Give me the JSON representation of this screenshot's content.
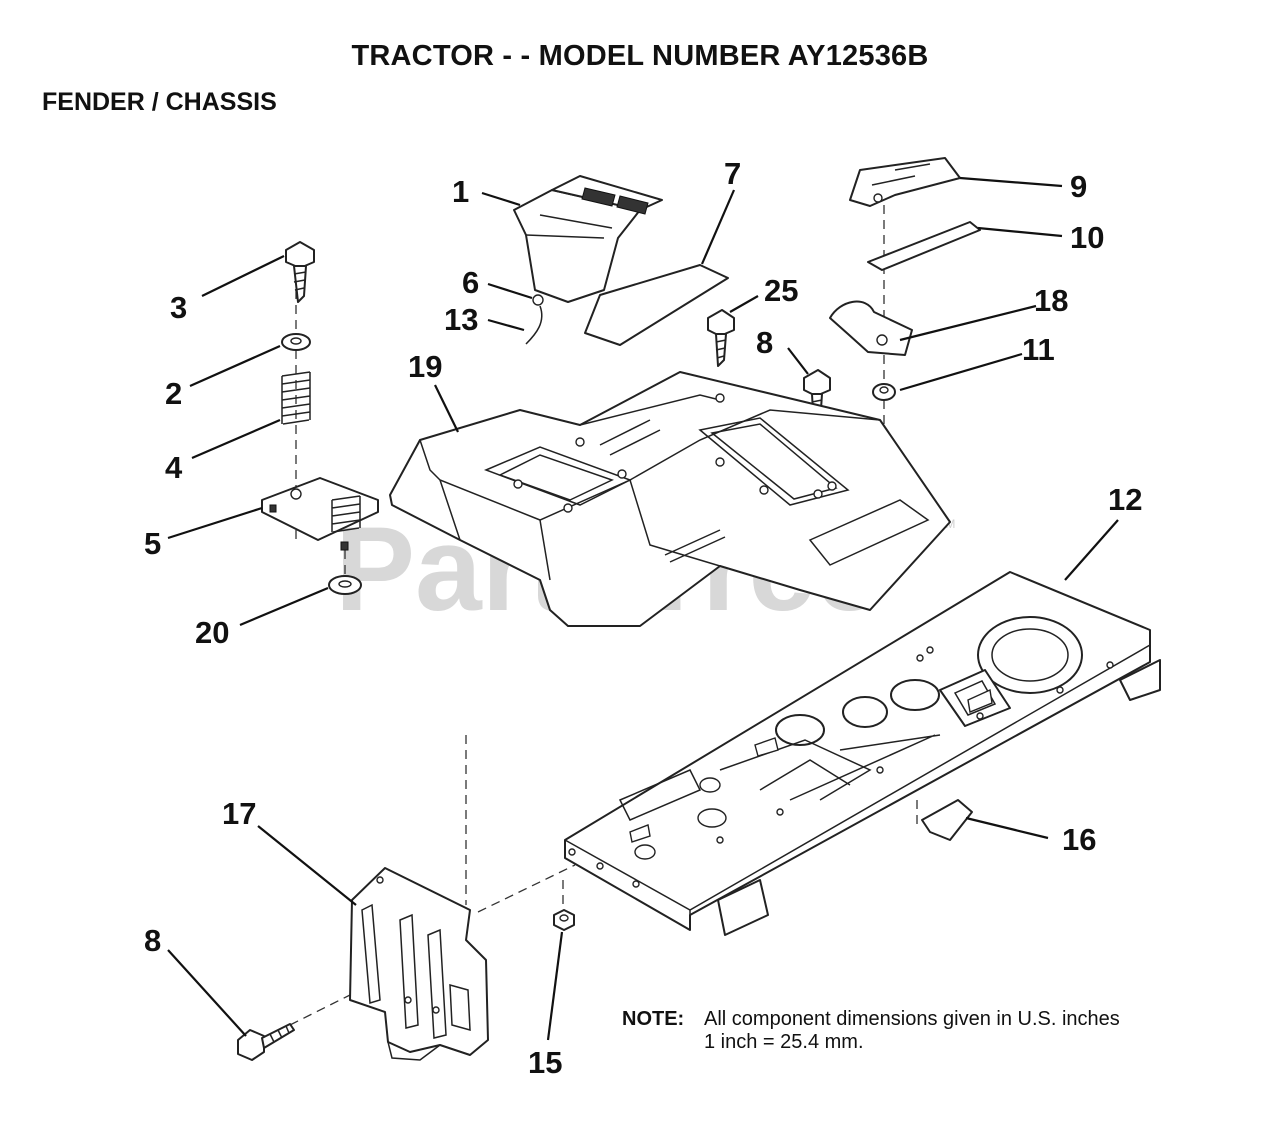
{
  "title": "TRACTOR - - MODEL NUMBER AY12536B",
  "subtitle": "FENDER / CHASSIS",
  "watermark": "PartsTree",
  "watermark_mark": "TM",
  "note": {
    "label": "NOTE:",
    "line1": "All component dimensions given in U.S. inches",
    "line2": "1 inch = 25.4 mm."
  },
  "callouts": {
    "c1": "1",
    "c2": "2",
    "c3": "3",
    "c4": "4",
    "c5": "5",
    "c6": "6",
    "c7": "7",
    "c8a": "8",
    "c8b": "8",
    "c9": "9",
    "c10": "10",
    "c11": "11",
    "c12": "12",
    "c13": "13",
    "c15": "15",
    "c16": "16",
    "c17": "17",
    "c18": "18",
    "c19": "19",
    "c20": "20",
    "c25": "25"
  }
}
